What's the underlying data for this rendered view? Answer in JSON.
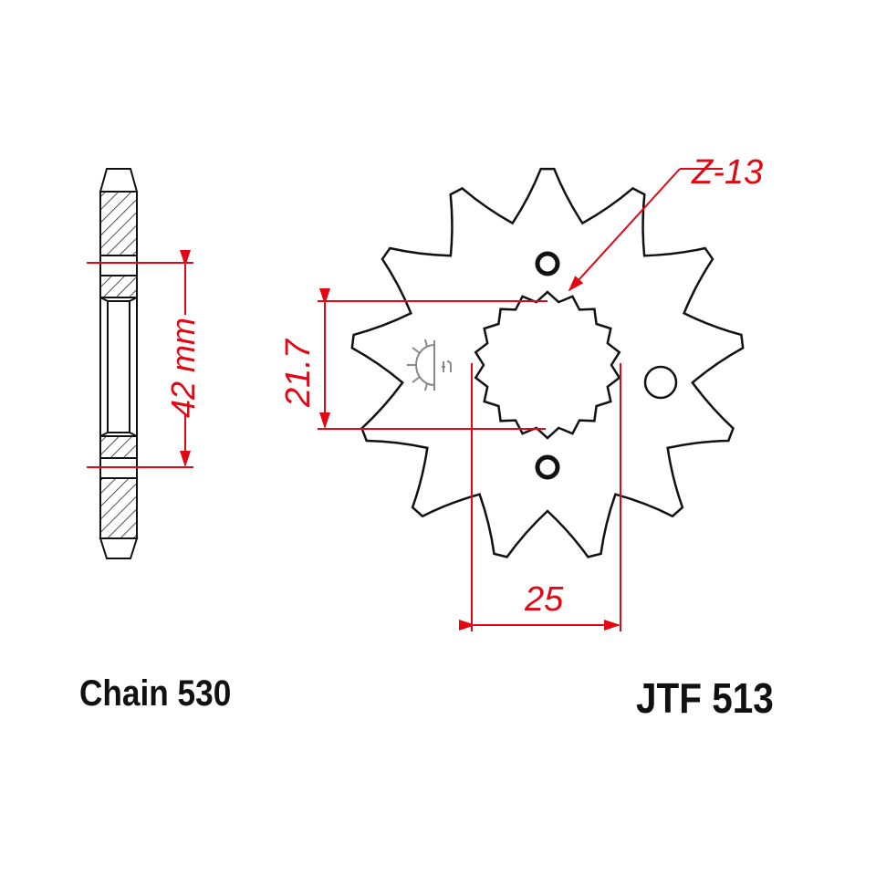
{
  "diagram": {
    "subject": "front sprocket technical drawing",
    "views": [
      "side-section-view",
      "front-view"
    ],
    "teeth_label": "Z-13",
    "teeth_count": 13,
    "dimensions": {
      "shaft_inner_diameter": "21.7",
      "shaft_outer_span": "25",
      "hub_width": "42 mm"
    },
    "chain_label": "Chain 530",
    "part_number": "JTF 513",
    "colors": {
      "outline": "#111111",
      "dimension": "#e30613",
      "symbol": "#888888",
      "background": "#ffffff"
    }
  }
}
